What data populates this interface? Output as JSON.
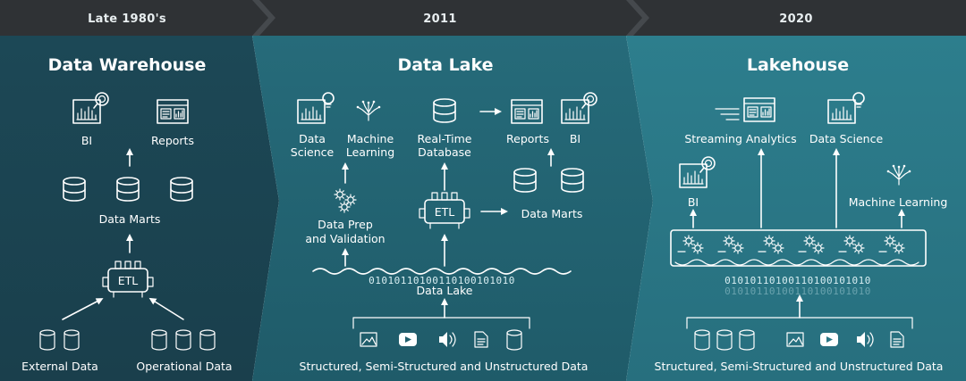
{
  "panels": [
    {
      "era": "Late 1980's",
      "title": "Data Warehouse",
      "labels": {
        "bi": "BI",
        "reports": "Reports",
        "data_marts": "Data Marts",
        "etl": "ETL",
        "external_data": "External Data",
        "operational_data": "Operational Data"
      }
    },
    {
      "era": "2011",
      "title": "Data Lake",
      "labels": {
        "data_science_1": "Data",
        "data_science_2": "Science",
        "machine_learning_1": "Machine",
        "machine_learning_2": "Learning",
        "realtime_1": "Real-Time",
        "realtime_2": "Database",
        "reports": "Reports",
        "bi": "BI",
        "data_prep_1": "Data Prep",
        "data_prep_2": "and Validation",
        "etl": "ETL",
        "data_marts": "Data Marts",
        "bits": "01010110100110100101010",
        "data_lake": "Data Lake",
        "sources": "Structured, Semi-Structured and Unstructured Data"
      }
    },
    {
      "era": "2020",
      "title": "Lakehouse",
      "labels": {
        "streaming_analytics": "Streaming Analytics",
        "data_science": "Data Science",
        "bi": "BI",
        "machine_learning": "Machine Learning",
        "bits": "01010110100110100101010",
        "sources": "Structured, Semi-Structured and Unstructured Data"
      }
    }
  ],
  "colors": {
    "header_bar": "#2f3235",
    "panel_1": "#1d4a58",
    "panel_2": "#256a78",
    "panel_3": "#2b7b8a",
    "icon": "#ffffff"
  }
}
